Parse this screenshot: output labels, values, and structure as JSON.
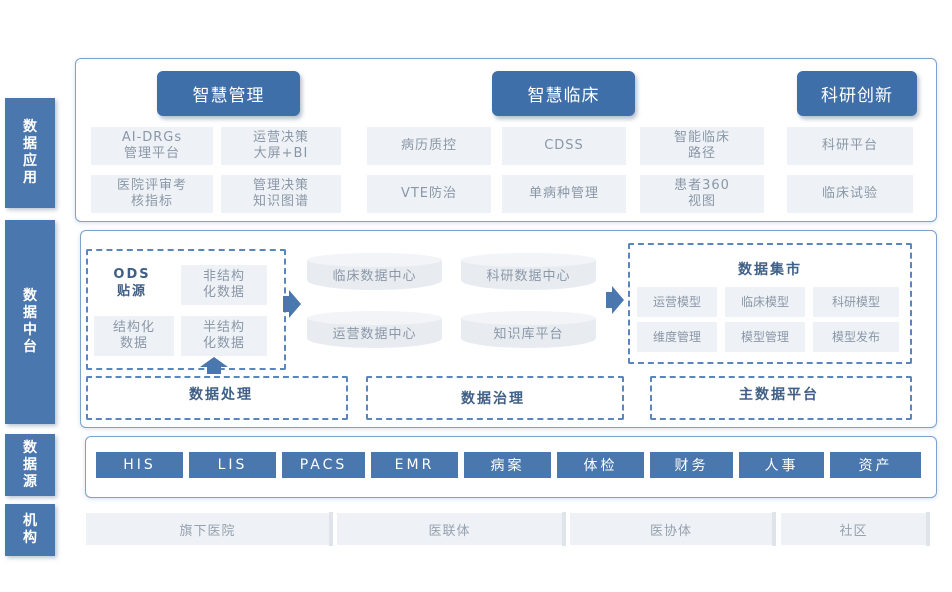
{
  "sidebar": {
    "app": "数据应用",
    "platform": "数据中台",
    "source": "数据源",
    "org": "机构"
  },
  "app_layer": {
    "heads": [
      "智慧管理",
      "智慧临床",
      "科研创新"
    ],
    "cells": [
      "AI-DRGs\n管理平台",
      "运营决策\n大屏+BI",
      "医院评审考\n核指标",
      "管理决策\n知识图谱",
      "病历质控",
      "CDSS",
      "智能临床\n路径",
      "VTE防治",
      "单病种管理",
      "患者360\n视图",
      "科研平台",
      "临床试验"
    ]
  },
  "platform_layer": {
    "ods_title": "ODS\n贴源",
    "ods_cells": [
      "非结构\n化数据",
      "结构化\n数据",
      "半结构\n化数据"
    ],
    "centers": [
      "临床数据中心",
      "科研数据中心",
      "运营数据中心",
      "知识库平台"
    ],
    "mart_title": "数据集市",
    "mart_cells": [
      "运营模型",
      "临床模型",
      "科研模型",
      "维度管理",
      "模型管理",
      "模型发布"
    ],
    "bottom": [
      "数据处理",
      "数据治理",
      "主数据平台"
    ]
  },
  "sources": [
    "HIS",
    "LIS",
    "PACS",
    "EMR",
    "病案",
    "体检",
    "财务",
    "人事",
    "资产"
  ],
  "orgs": [
    "旗下医院",
    "医联体",
    "医协体",
    "社区"
  ],
  "colors": {
    "accent": "#4a77ad",
    "pill": "#3f6fa8",
    "cell_bg": "#eef2f6",
    "border": "#7da2cc"
  }
}
